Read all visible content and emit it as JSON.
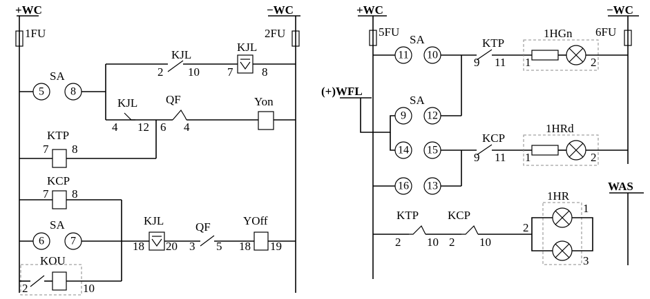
{
  "left": {
    "plus_wc": "+WC",
    "minus_wc": "−WC",
    "fu1": "1FU",
    "fu2": "2FU",
    "kjl_top": "KJL",
    "kjl_top_2": "2",
    "kjl_top_10": "10",
    "kjl_coil_top": "KJL",
    "kjl_coil_7": "7",
    "kjl_coil_8": "8",
    "sa": "SA",
    "sa_5": "5",
    "sa_8": "8",
    "kjl_mid": "KJL",
    "kjl_mid_4": "4",
    "kjl_mid_12": "12",
    "qf_top": "QF",
    "qf_6": "6",
    "qf_4": "4",
    "yon": "Yon",
    "ktp": "KTP",
    "ktp_7": "7",
    "ktp_8": "8",
    "kcp": "KCP",
    "kcp_7": "7",
    "kcp_8": "8",
    "sa2": "SA",
    "sa2_6": "6",
    "sa2_7": "7",
    "kjl_bot": "KJL",
    "kjl_bot_18": "18",
    "kjl_bot_20": "20",
    "qf_bot": "QF",
    "qf_bot_3": "3",
    "qf_bot_5": "5",
    "yoff": "YOff",
    "yoff_18": "18",
    "yoff_19": "19",
    "kou": "KOU",
    "kou_2": "2",
    "kou_10": "10"
  },
  "right": {
    "plus_wc": "+WC",
    "minus_wc": "−WC",
    "fu5": "5FU",
    "fu6": "6FU",
    "sa_top": "SA",
    "sa_11": "11",
    "sa_10": "10",
    "ktp": "KTP",
    "ktp_9": "9",
    "ktp_11": "11",
    "hgn": "1HGn",
    "hgn_1": "1",
    "hgn_2": "2",
    "wfl": "(+)WFL",
    "sa_mid": "SA",
    "sa_9": "9",
    "sa_12": "12",
    "sa_14": "14",
    "sa_15": "15",
    "kcp": "KCP",
    "kcp_9": "9",
    "kcp_11": "11",
    "hrd": "1HRd",
    "hrd_1": "1",
    "hrd_2": "2",
    "sa_16": "16",
    "sa_13": "13",
    "was": "WAS",
    "hr": "1HR",
    "hr_1": "1",
    "hr_2": "2",
    "hr_3": "3",
    "ktp2": "KTP",
    "ktp2_2": "2",
    "ktp2_10": "10",
    "kcp2": "KCP",
    "kcp2_2": "2",
    "kcp2_10": "10"
  }
}
